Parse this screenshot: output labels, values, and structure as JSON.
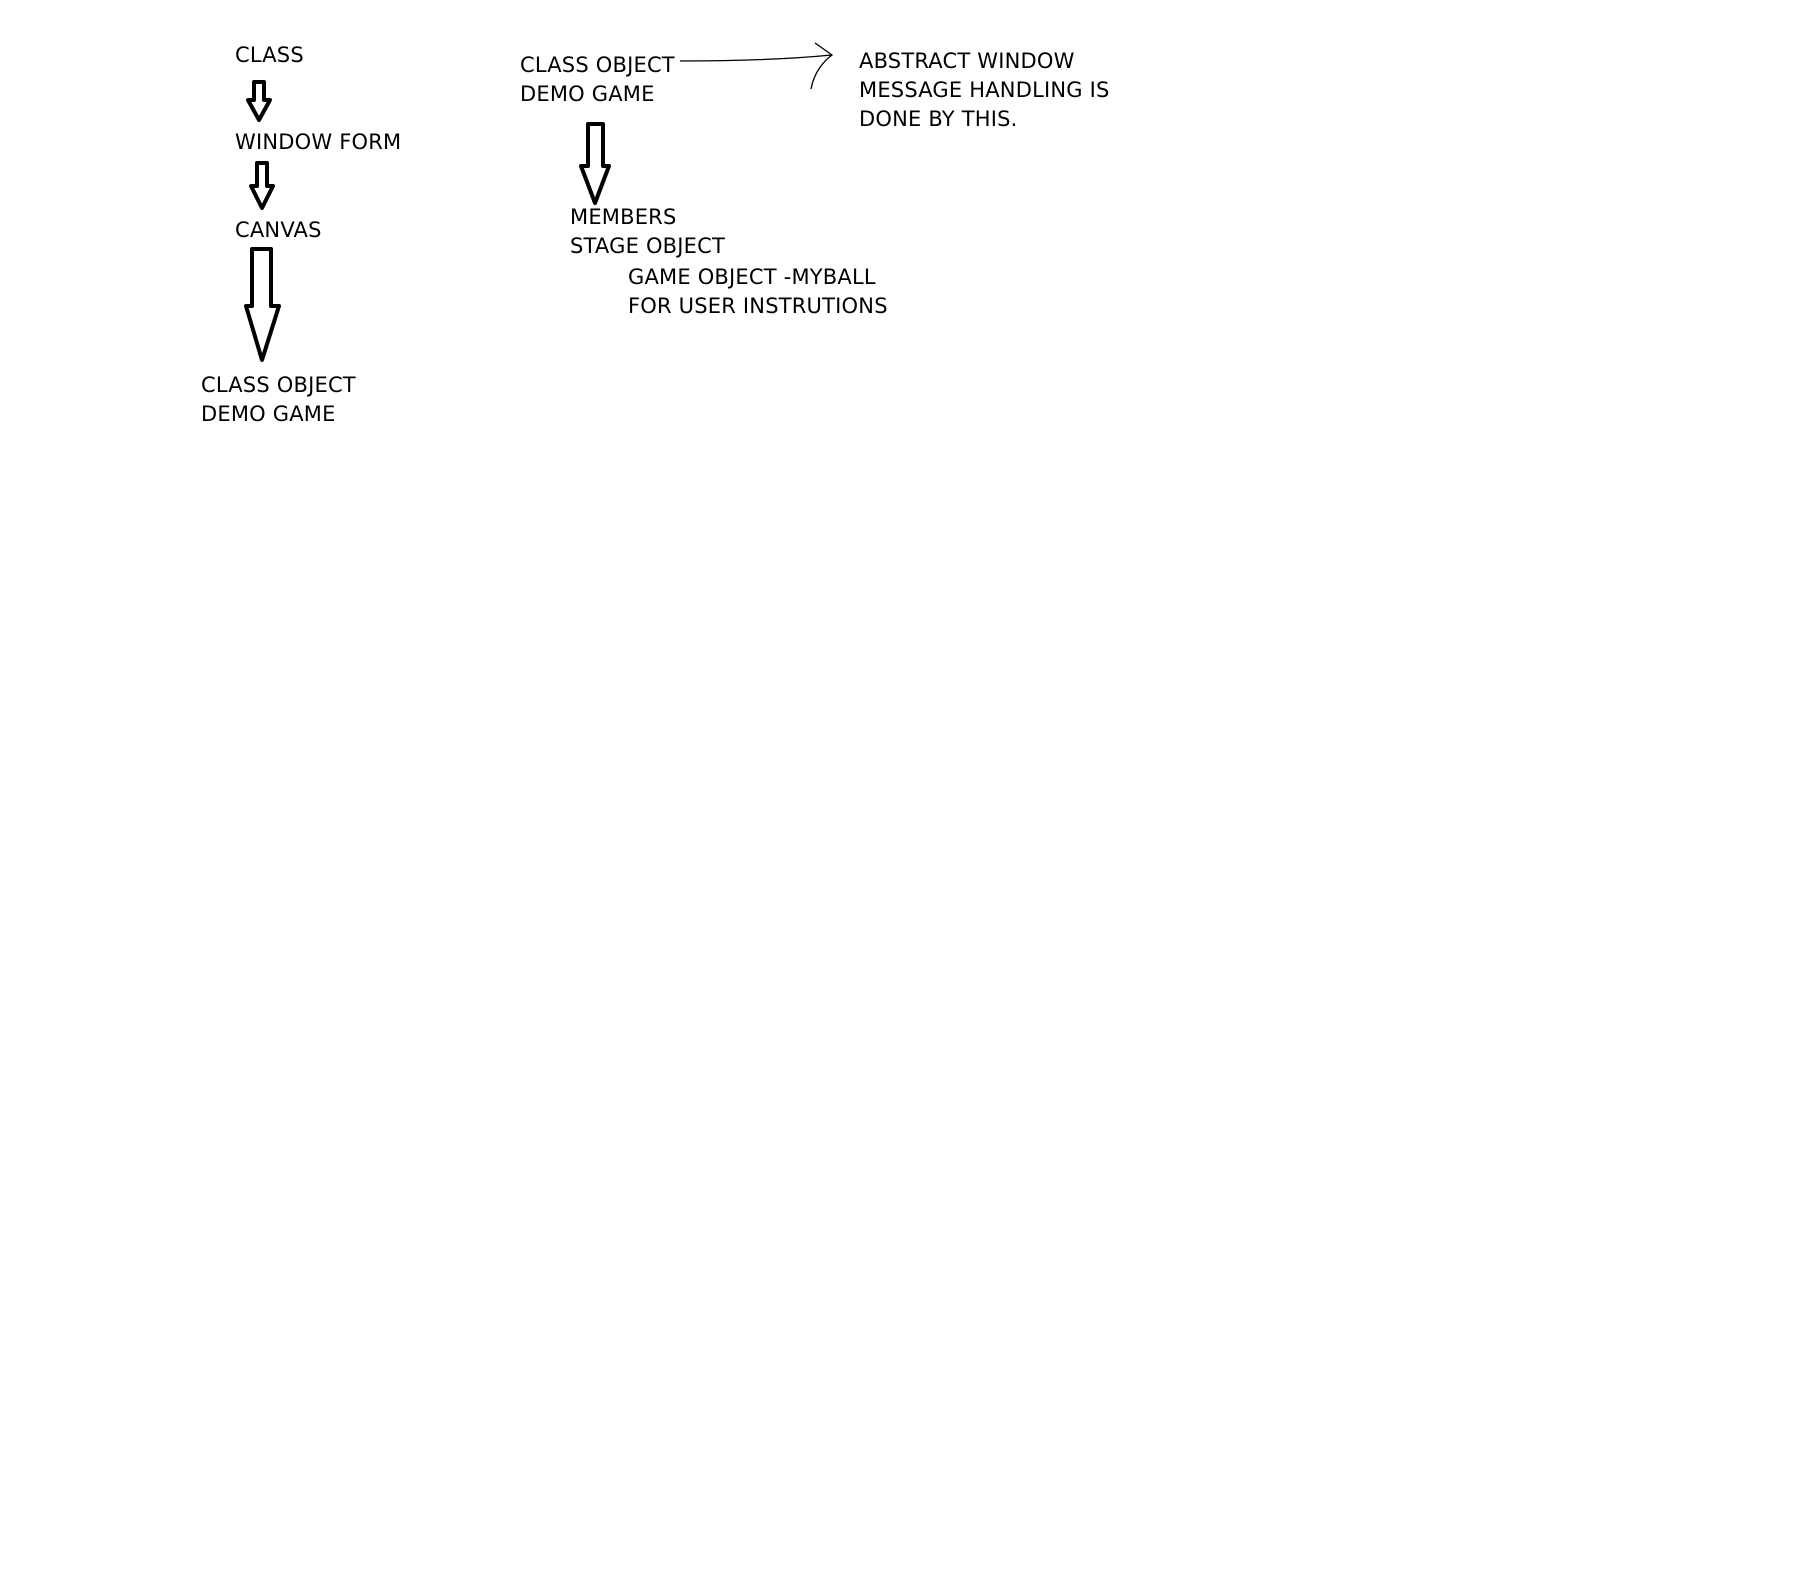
{
  "diagram": {
    "left_chain": {
      "class": "CLASS",
      "window_form": "WINDOW FORM",
      "canvas": "CANVAS",
      "class_object_line1": "CLASS OBJECT",
      "class_object_line2": "DEMO GAME"
    },
    "right_chain": {
      "class_object_line1": "CLASS OBJECT",
      "class_object_line2": "DEMO GAME",
      "members": "MEMBERS",
      "stage_object": "STAGE OBJECT",
      "game_object": "GAME OBJECT -MYBALL",
      "user_instructions": "FOR USER INSTRUTIONS"
    },
    "note": {
      "line1": "ABSTRACT WINDOW",
      "line2": "MESSAGE HANDLING IS",
      "line3": "DONE BY THIS."
    },
    "colors": {
      "ink": "#000000",
      "background": "#ffffff"
    }
  }
}
